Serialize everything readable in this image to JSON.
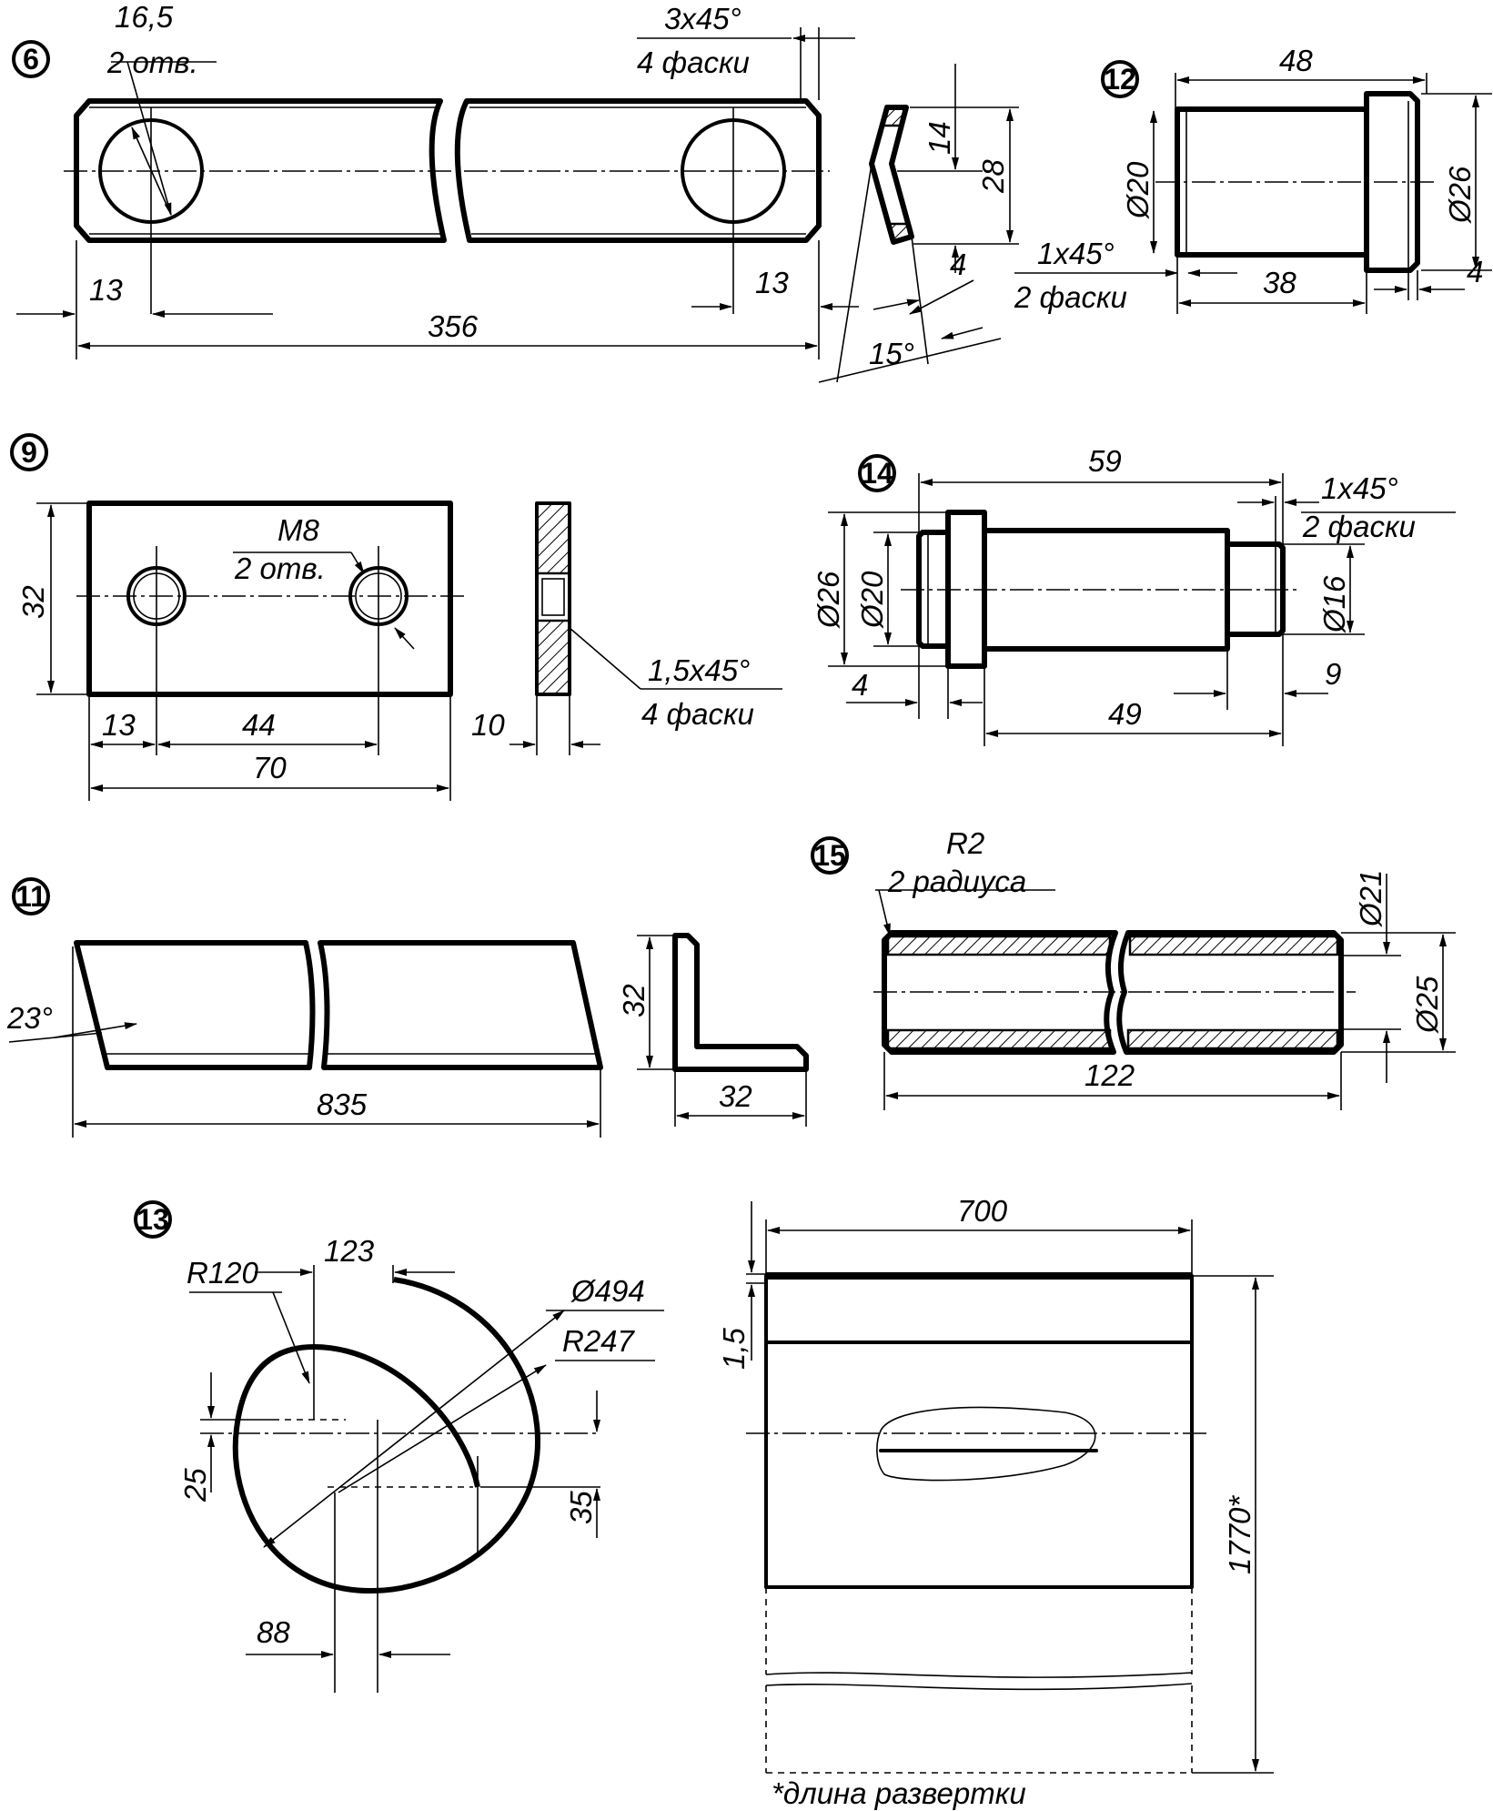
{
  "parts": {
    "p6": {
      "number": "6",
      "hole_diameter": "16,5",
      "hole_count": "2 отв.",
      "chamfer_size": "3x45°",
      "chamfer_count": "4 фаски",
      "edge_left": "13",
      "edge_right": "13",
      "length": "356",
      "bend_14": "14",
      "bend_28": "28",
      "bend_4": "4",
      "bend_angle": "15°"
    },
    "p12": {
      "number": "12",
      "length": "48",
      "diameter_small": "Ø20",
      "diameter_large": "Ø26",
      "chamfer_size": "1x45°",
      "chamfer_count": "2 фаски",
      "shaft_length": "38",
      "collar_width": "4"
    },
    "p9": {
      "number": "9",
      "height": "32",
      "thread": "M8",
      "hole_count": "2 отв.",
      "edge": "13",
      "spacing": "44",
      "width": "70",
      "thickness": "10",
      "chamfer_size": "1,5x45°",
      "chamfer_count": "4 фаски"
    },
    "p14": {
      "number": "14",
      "length": "59",
      "chamfer_size": "1x45°",
      "chamfer_count": "2 фаски",
      "diameter_collar": "Ø26",
      "diameter_end": "Ø20",
      "diameter_tip": "Ø16",
      "left_width": "4",
      "mid_length": "49",
      "tip_length": "9"
    },
    "p11": {
      "number": "11",
      "angle": "23°",
      "length": "835",
      "flange_height": "32",
      "flange_width": "32"
    },
    "p15": {
      "number": "15",
      "radius": "R2",
      "radius_count": "2 радиуса",
      "diameter_inner": "Ø21",
      "diameter_outer": "Ø25",
      "length": "122"
    },
    "p13": {
      "number": "13",
      "offset_123": "123",
      "radius_inner": "R120",
      "diameter": "Ø494",
      "radius_outer": "R247",
      "offset_25": "25",
      "offset_35": "35",
      "offset_88": "88"
    },
    "sheet": {
      "width": "700",
      "thickness": "1,5",
      "length": "1770*",
      "note": "*длина развертки"
    }
  }
}
